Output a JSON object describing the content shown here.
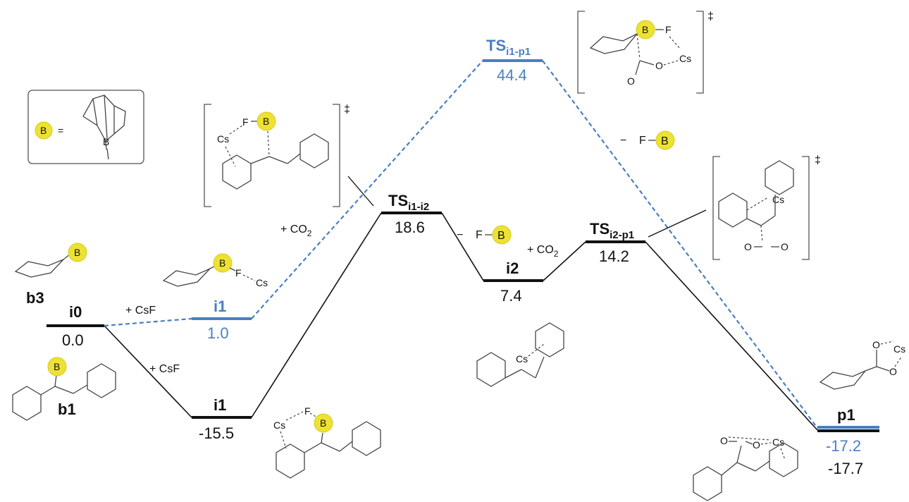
{
  "levels": [
    {
      "id": "i0",
      "name": "i0",
      "energy": "0.0",
      "path": "black"
    },
    {
      "id": "i1b",
      "name": "i1",
      "energy": "1.0",
      "path": "blue"
    },
    {
      "id": "i1k",
      "name": "i1",
      "energy": "-15.5",
      "path": "black"
    },
    {
      "id": "ts12",
      "name": "TS",
      "sub": "i1-i2",
      "energy": "18.6",
      "path": "black"
    },
    {
      "id": "tsi1p1",
      "name": "TS",
      "sub": "i1-p1",
      "energy": "44.4",
      "path": "blue"
    },
    {
      "id": "i2",
      "name": "i2",
      "energy": "7.4",
      "path": "black"
    },
    {
      "id": "tsi2p1",
      "name": "TS",
      "sub": "i2-p1",
      "energy": "14.2",
      "path": "black"
    },
    {
      "id": "p1",
      "name": "p1",
      "energy_blue": "-17.2",
      "energy_black": "-17.7",
      "path": "both"
    }
  ],
  "species_labels": {
    "b3": "b3",
    "b1": "b1"
  },
  "reagents": {
    "csf_top": "+ CsF",
    "csf_bottom": "+ CsF",
    "co2_left": "+ CO",
    "co2_left_sub": "2",
    "co2_right": "+ CO",
    "co2_right_sub": "2",
    "minus_fb_mid": "−",
    "minus_fb_right": "−"
  },
  "atoms": {
    "B": "B",
    "F": "F",
    "Cs": "Cs",
    "O": "O"
  },
  "legend": {
    "b_symbol": "B",
    "equals": "="
  },
  "dagger": "‡",
  "colors": {
    "black_path": "#111111",
    "blue_path": "#4a7fc1",
    "boron_highlight": "#ede234"
  }
}
